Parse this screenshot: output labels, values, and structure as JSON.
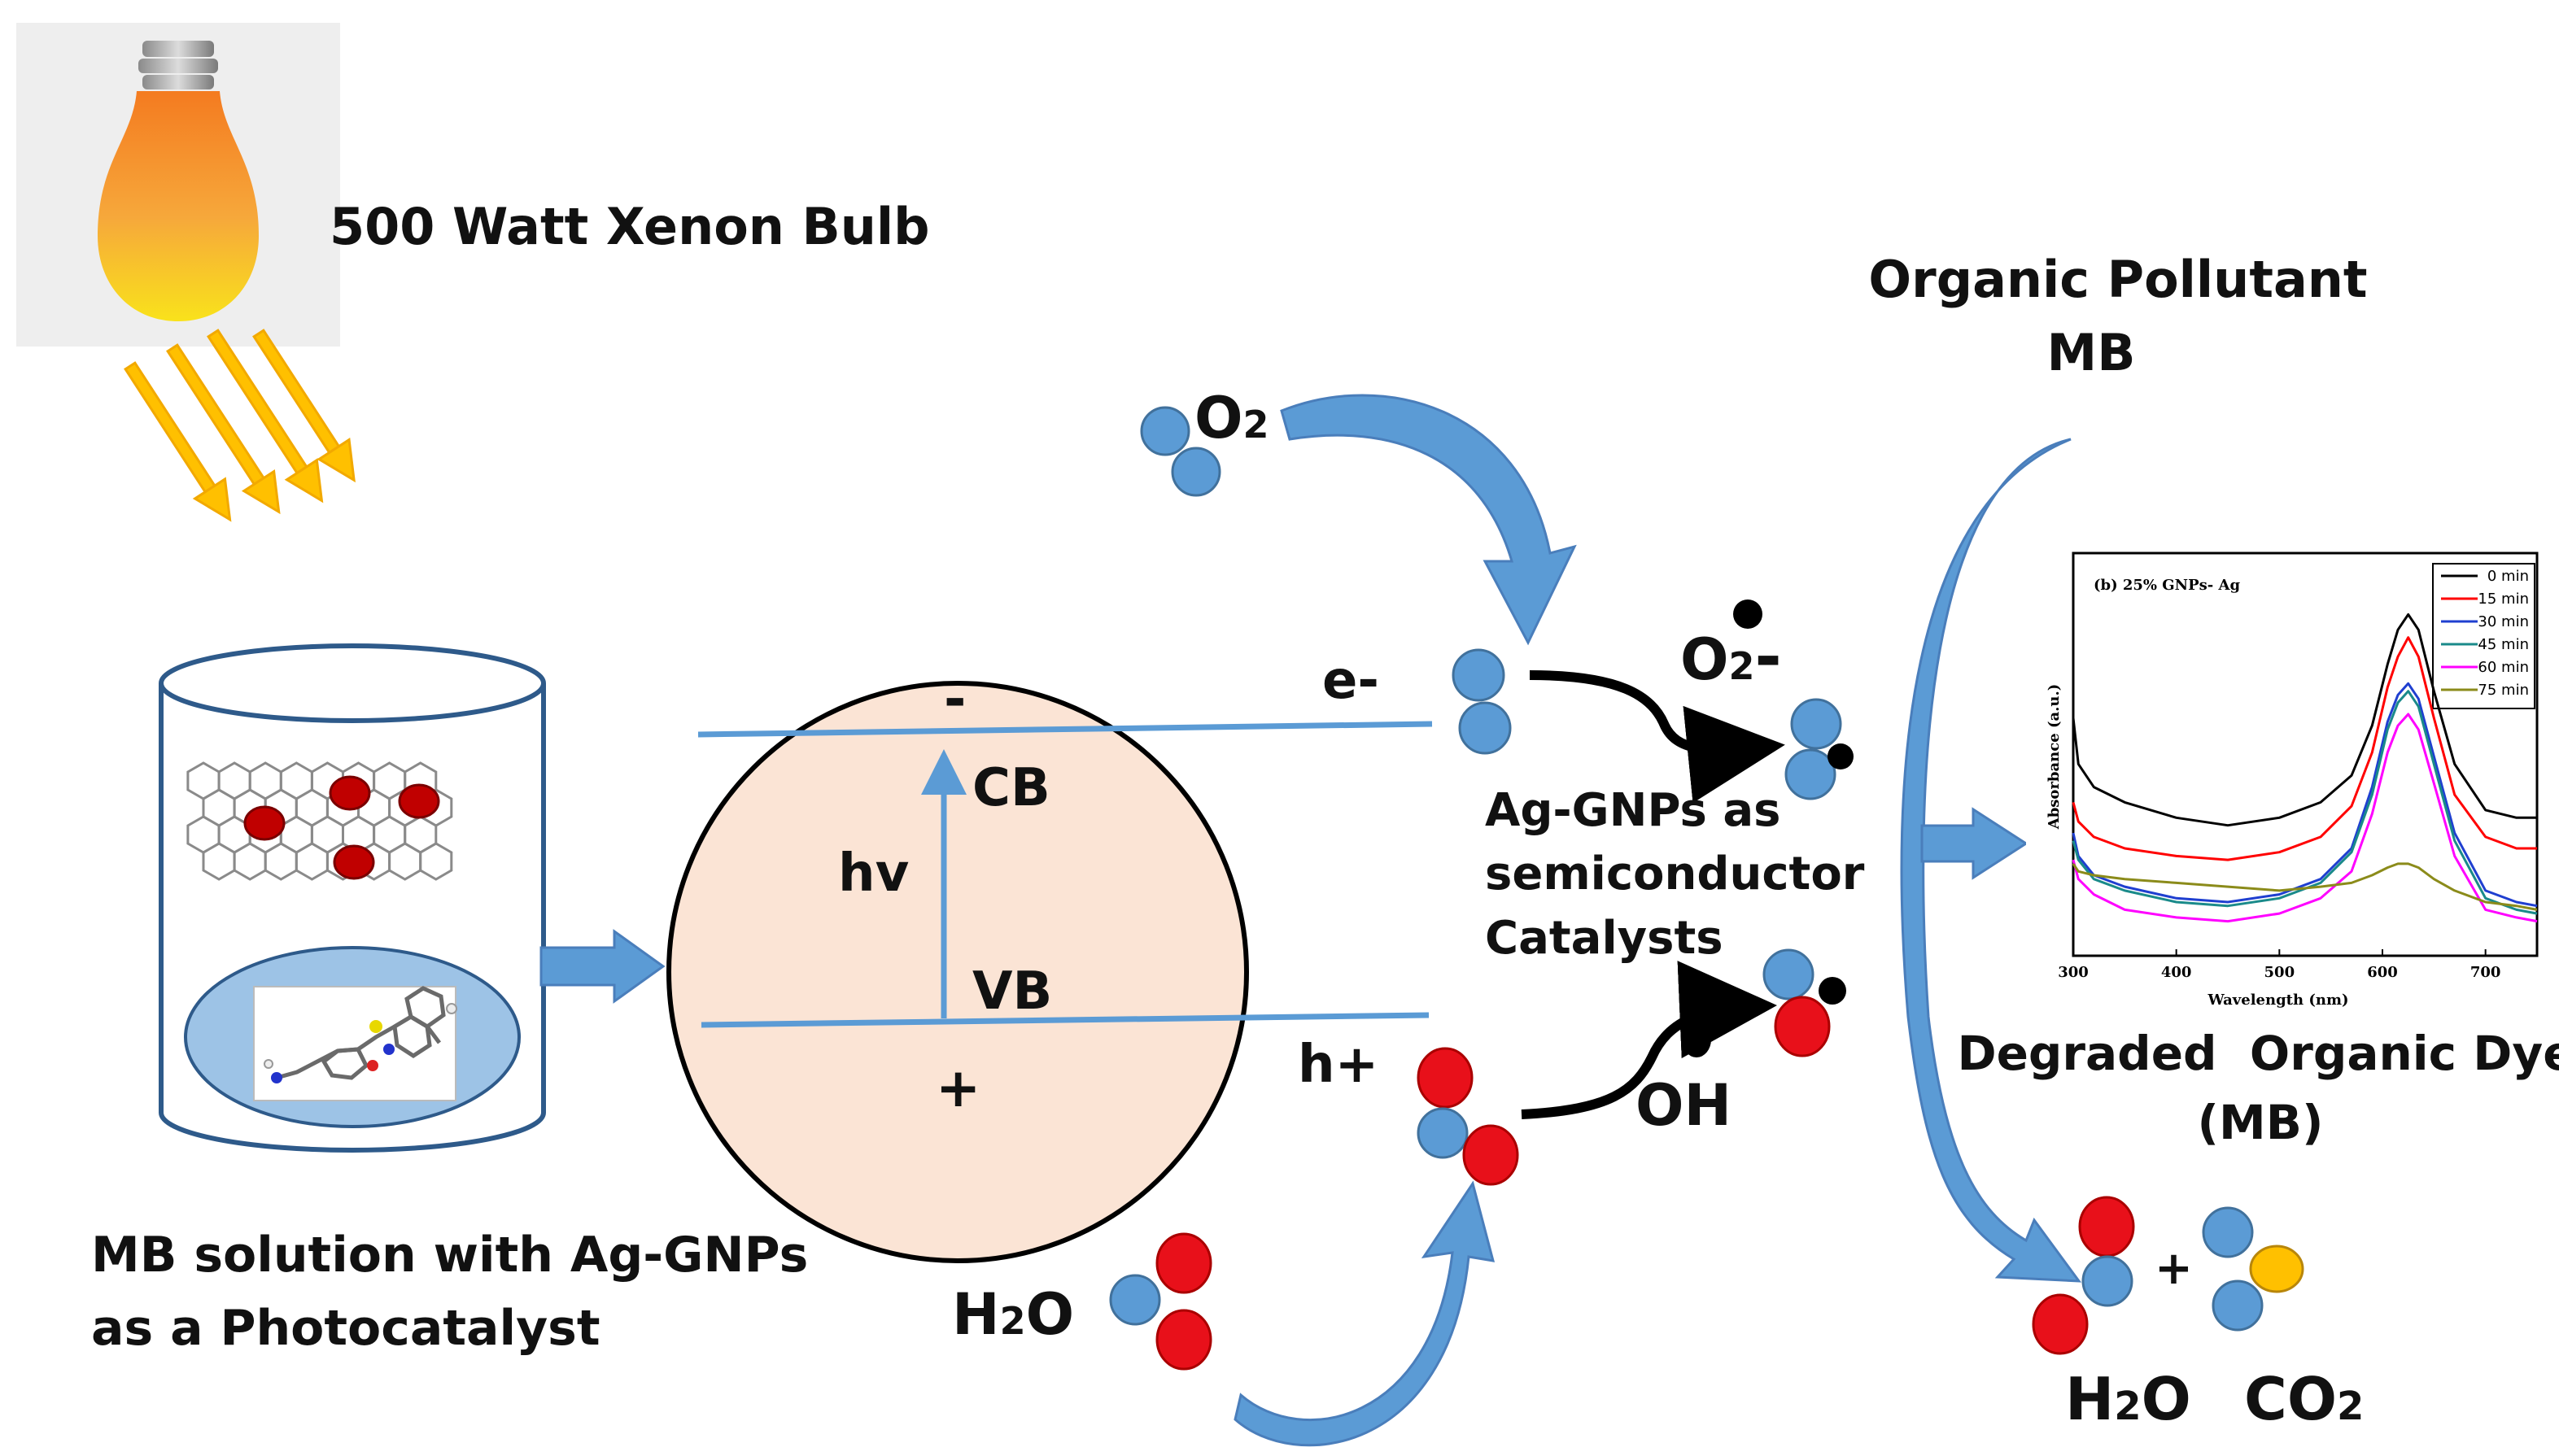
{
  "lamp": {
    "label": "500 Watt Xenon Bulb"
  },
  "beaker": {
    "caption_line1": "MB solution with Ag-GNPs",
    "caption_line2": "as a Photocatalyst"
  },
  "particle": {
    "cb_label": "CB",
    "vb_label": "VB",
    "hv_label": "hv",
    "minus_sign": "-",
    "plus_sign": "+",
    "electron_label": "e-",
    "hole_label": "h+"
  },
  "catalyst_caption": {
    "line1": "Ag-GNPs as",
    "line2": "semiconductor",
    "line3": "Catalysts"
  },
  "species": {
    "o2": {
      "main": "O",
      "sub": "2"
    },
    "superoxide": {
      "main": "O",
      "sub": "2",
      "charge": "-"
    },
    "h2o_left": {
      "main": "H",
      "sub": "2",
      "tail": "O"
    },
    "hydroxyl": "OH",
    "h2o_right": {
      "main": "H",
      "sub": "2",
      "tail": "O"
    },
    "co2": {
      "main": "CO",
      "sub": "2"
    },
    "plus": "+"
  },
  "pollutant": {
    "line1": "Organic Pollutant",
    "line2": "MB"
  },
  "degraded": {
    "line1": "Degraded  Organic Dye",
    "line2": "(MB)"
  },
  "colors": {
    "arrow_blue": "#5B9BD5",
    "curved_arrow": "#4A7EBB",
    "band_line": "#5B9BD5",
    "particle_fill": "#FBE4D5",
    "blue_atom": "#5B9BD5",
    "red_atom": "#E8101A",
    "yellow_atom": "#FFC000",
    "beaker_liquid": "#9DC3E6"
  },
  "chart_data": {
    "type": "line",
    "title": "(b) 25% GNPs- Ag",
    "xlabel": "Wavelength (nm)",
    "ylabel": "Absorbance (a.u.)",
    "xlim": [
      300,
      750
    ],
    "xticks": [
      300,
      400,
      500,
      600,
      700
    ],
    "x": [
      300,
      305,
      320,
      350,
      400,
      450,
      500,
      540,
      570,
      590,
      605,
      615,
      625,
      635,
      650,
      670,
      700,
      730,
      750
    ],
    "series": [
      {
        "name": "0 min",
        "color": "#000000",
        "values": [
          0.62,
          0.5,
          0.44,
          0.4,
          0.36,
          0.34,
          0.36,
          0.4,
          0.47,
          0.6,
          0.76,
          0.85,
          0.89,
          0.85,
          0.69,
          0.5,
          0.38,
          0.36,
          0.36
        ]
      },
      {
        "name": "15 min",
        "color": "#FF0000",
        "values": [
          0.4,
          0.35,
          0.31,
          0.28,
          0.26,
          0.25,
          0.27,
          0.31,
          0.39,
          0.53,
          0.7,
          0.78,
          0.83,
          0.78,
          0.62,
          0.42,
          0.31,
          0.28,
          0.28
        ]
      },
      {
        "name": "30 min",
        "color": "#1F3FD0",
        "values": [
          0.32,
          0.26,
          0.21,
          0.18,
          0.15,
          0.14,
          0.16,
          0.2,
          0.28,
          0.44,
          0.61,
          0.68,
          0.71,
          0.67,
          0.52,
          0.32,
          0.17,
          0.14,
          0.13
        ]
      },
      {
        "name": "45 min",
        "color": "#1A8A8A",
        "values": [
          0.3,
          0.25,
          0.2,
          0.17,
          0.14,
          0.13,
          0.15,
          0.19,
          0.27,
          0.42,
          0.59,
          0.66,
          0.69,
          0.65,
          0.5,
          0.3,
          0.15,
          0.12,
          0.11
        ]
      },
      {
        "name": "60 min",
        "color": "#FF00FF",
        "values": [
          0.25,
          0.2,
          0.16,
          0.12,
          0.1,
          0.09,
          0.11,
          0.15,
          0.22,
          0.37,
          0.53,
          0.6,
          0.63,
          0.59,
          0.45,
          0.26,
          0.12,
          0.1,
          0.09
        ]
      },
      {
        "name": "75 min",
        "color": "#8B8B1A",
        "values": [
          0.24,
          0.22,
          0.21,
          0.2,
          0.19,
          0.18,
          0.17,
          0.18,
          0.19,
          0.21,
          0.23,
          0.24,
          0.24,
          0.23,
          0.2,
          0.17,
          0.14,
          0.13,
          0.12
        ]
      }
    ],
    "legend": "top-right",
    "grid": false
  }
}
